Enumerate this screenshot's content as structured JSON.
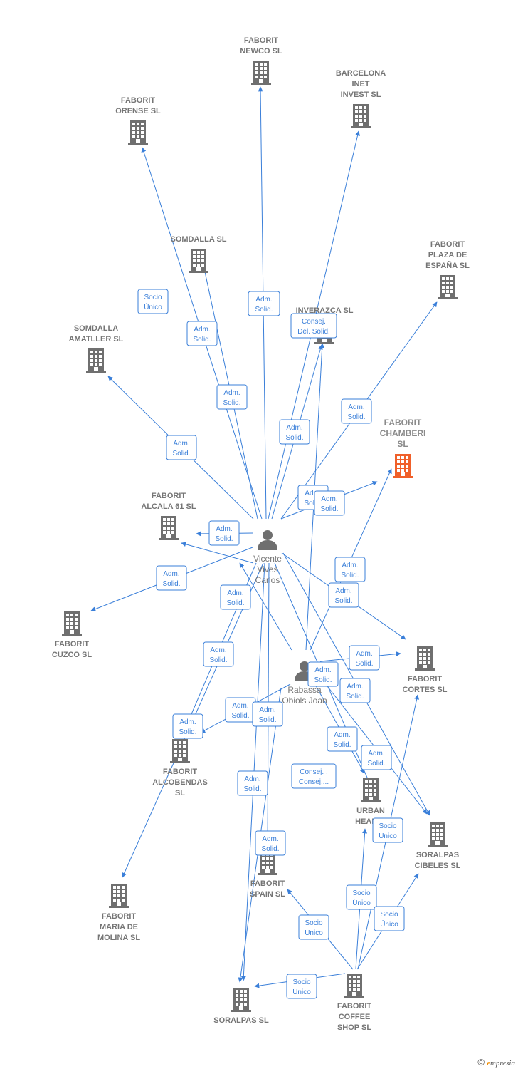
{
  "colors": {
    "edge": "#3a7fd9",
    "company": "#6f6f6f",
    "company_highlight": "#f0602a",
    "person": "#6f6f6f"
  },
  "companies": [
    {
      "id": "newco",
      "lines": [
        "FABORIT",
        "NEWCO  SL"
      ]
    },
    {
      "id": "barcelona",
      "lines": [
        "BARCELONA",
        "INET",
        "INVEST SL"
      ]
    },
    {
      "id": "orense",
      "lines": [
        "FABORIT",
        "ORENSE SL"
      ]
    },
    {
      "id": "somdalla",
      "lines": [
        "SOMDALLA SL"
      ]
    },
    {
      "id": "plaza",
      "lines": [
        "FABORIT",
        "PLAZA DE",
        "ESPAÑA  SL"
      ]
    },
    {
      "id": "inverazca",
      "lines": [
        "INVERAZCA  SL"
      ]
    },
    {
      "id": "amatller",
      "lines": [
        "SOMDALLA",
        "AMATLLER  SL"
      ]
    },
    {
      "id": "chamberi",
      "lines": [
        "FABORIT",
        "CHAMBERI",
        "SL"
      ],
      "highlight": true
    },
    {
      "id": "alcala",
      "lines": [
        "FABORIT",
        "ALCALA 61  SL"
      ]
    },
    {
      "id": "cuzco",
      "lines": [
        "FABORIT",
        "CUZCO SL"
      ]
    },
    {
      "id": "cortes",
      "lines": [
        "FABORIT",
        "CORTES SL"
      ]
    },
    {
      "id": "alcobendas",
      "lines": [
        "FABORIT",
        "ALCOBENDAS",
        "SL"
      ]
    },
    {
      "id": "urban",
      "lines": [
        "URBAN",
        "HEALTH"
      ]
    },
    {
      "id": "cibeles",
      "lines": [
        "SORALPAS",
        "CIBELES  SL"
      ]
    },
    {
      "id": "spain",
      "lines": [
        "FABORIT",
        "SPAIN SL"
      ]
    },
    {
      "id": "molina",
      "lines": [
        "FABORIT",
        "MARIA DE",
        "MOLINA  SL"
      ]
    },
    {
      "id": "soralpas",
      "lines": [
        "SORALPAS SL"
      ]
    },
    {
      "id": "coffee",
      "lines": [
        "FABORIT",
        "COFFEE",
        "SHOP SL"
      ]
    }
  ],
  "persons": [
    {
      "id": "vicente",
      "lines": [
        "Vicente",
        "Vives",
        "Carlos"
      ]
    },
    {
      "id": "rabassa",
      "lines": [
        "Rabassa",
        "Obiols Joan"
      ]
    }
  ],
  "edge_labels": [
    {
      "id": "e1",
      "lines": [
        "Adm.",
        "Solid."
      ]
    },
    {
      "id": "e2",
      "lines": [
        "Adm.",
        "Solid."
      ]
    },
    {
      "id": "e3",
      "lines": [
        "Adm.",
        "Solid."
      ]
    },
    {
      "id": "e4",
      "lines": [
        "Consej.",
        "Del. Solid."
      ]
    },
    {
      "id": "e5",
      "lines": [
        "Adm.",
        "Solid."
      ]
    },
    {
      "id": "e6",
      "lines": [
        "Adm.",
        "Solid."
      ]
    },
    {
      "id": "e7",
      "lines": [
        "Adm.",
        "Solid."
      ]
    },
    {
      "id": "e8",
      "lines": [
        "Socio",
        "Único"
      ]
    },
    {
      "id": "e9",
      "lines": [
        "Adm.",
        "Solid."
      ]
    },
    {
      "id": "e10",
      "lines": [
        "Adm.",
        "Solid."
      ]
    },
    {
      "id": "e11",
      "lines": [
        "Adm.",
        "Solid."
      ]
    },
    {
      "id": "e12",
      "lines": [
        "Adm.",
        "Solid."
      ]
    },
    {
      "id": "e13",
      "lines": [
        "Adm.",
        "Solid."
      ]
    },
    {
      "id": "e14",
      "lines": [
        "Adm.",
        "Solid."
      ]
    },
    {
      "id": "e15",
      "lines": [
        "Adm.",
        "Solid."
      ]
    },
    {
      "id": "e16",
      "lines": [
        "Adm.",
        "Solid."
      ]
    },
    {
      "id": "e17",
      "lines": [
        "Adm.",
        "Solid."
      ]
    },
    {
      "id": "e18",
      "lines": [
        "Adm.",
        "Solid."
      ]
    },
    {
      "id": "e19",
      "lines": [
        "Adm.",
        "Solid."
      ]
    },
    {
      "id": "e20",
      "lines": [
        "Adm.",
        "Solid."
      ]
    },
    {
      "id": "e21",
      "lines": [
        "Adm.",
        "Solid."
      ]
    },
    {
      "id": "e22",
      "lines": [
        "Adm.",
        "Solid."
      ]
    },
    {
      "id": "e23",
      "lines": [
        "Adm.",
        "Solid."
      ]
    },
    {
      "id": "e24",
      "lines": [
        "Adm.",
        "Solid."
      ]
    },
    {
      "id": "e25",
      "lines": [
        "Adm.",
        "Solid."
      ]
    },
    {
      "id": "e26",
      "lines": [
        "Adm.",
        "Solid."
      ]
    },
    {
      "id": "e27",
      "lines": [
        "Consej. ,",
        "Consej...."
      ]
    },
    {
      "id": "e28",
      "lines": [
        "Adm.",
        "Solid."
      ]
    },
    {
      "id": "e29",
      "lines": [
        "Socio",
        "Único"
      ]
    },
    {
      "id": "e30",
      "lines": [
        "Socio",
        "Único"
      ]
    },
    {
      "id": "e31",
      "lines": [
        "Socio",
        "Único"
      ]
    },
    {
      "id": "e32",
      "lines": [
        "Socio",
        "Único"
      ]
    },
    {
      "id": "e33",
      "lines": [
        "Socio",
        "Único"
      ]
    }
  ],
  "footer": {
    "copyright": "©",
    "brand_initial": "e",
    "brand_rest": "mpresia"
  }
}
